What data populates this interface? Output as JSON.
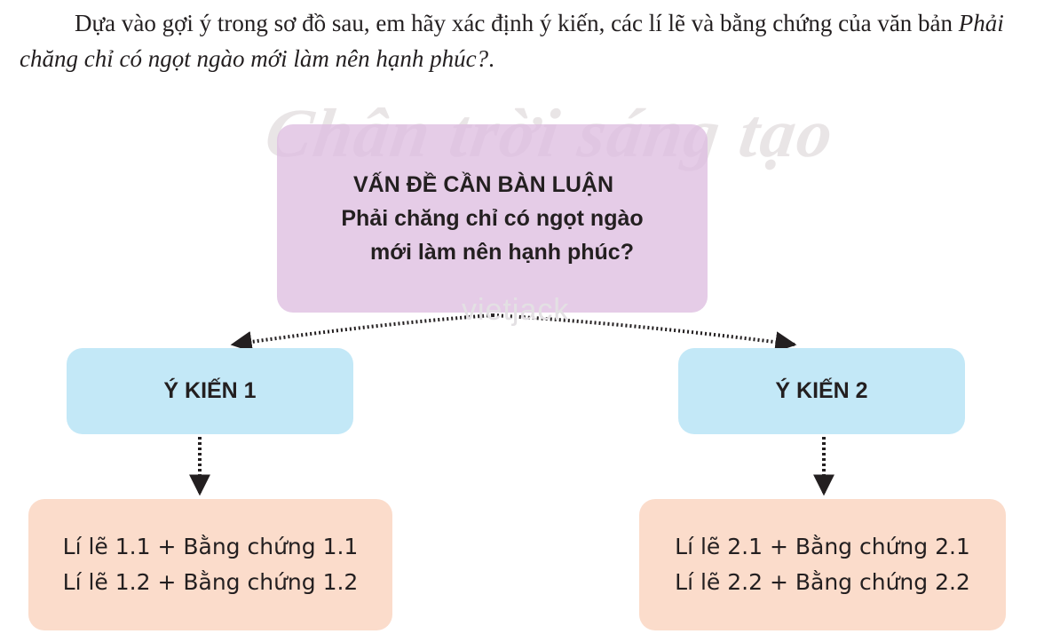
{
  "intro": {
    "text_prefix": "Dựa vào gợi ý trong sơ đồ sau, em hãy xác định ý kiến, các lí lẽ và bằng chứng của văn bản ",
    "title_italic": "Phải chăng chỉ có ngọt ngào mới làm nên hạnh phúc?",
    "text_suffix": "."
  },
  "watermark": {
    "publisher": "Chân trời sáng tạo",
    "site": "vietjack"
  },
  "issue": {
    "heading": "VẤN ĐỀ CẦN BÀN LUẬN",
    "line1": "Phải chăng chỉ có ngọt  ngào",
    "line2": "mới làm nên hạnh phúc?"
  },
  "opinions": [
    {
      "label": "Ý KIẾN 1"
    },
    {
      "label": "Ý KIẾN 2"
    }
  ],
  "arguments": [
    {
      "lines": [
        "Lí lẽ 1.1 + Bằng chứng 1.1",
        "Lí lẽ 1.2 + Bằng chứng 1.2"
      ]
    },
    {
      "lines": [
        "Lí lẽ 2.1 + Bằng chứng 2.1",
        "Lí lẽ 2.2 + Bằng chứng 2.2"
      ]
    }
  ],
  "colors": {
    "issue_box": "#debee0",
    "opinion_box": "#c3e8f7",
    "argument_box": "#fbdccb",
    "arrow": "#231f20",
    "watermark": "#e9e5e6"
  }
}
